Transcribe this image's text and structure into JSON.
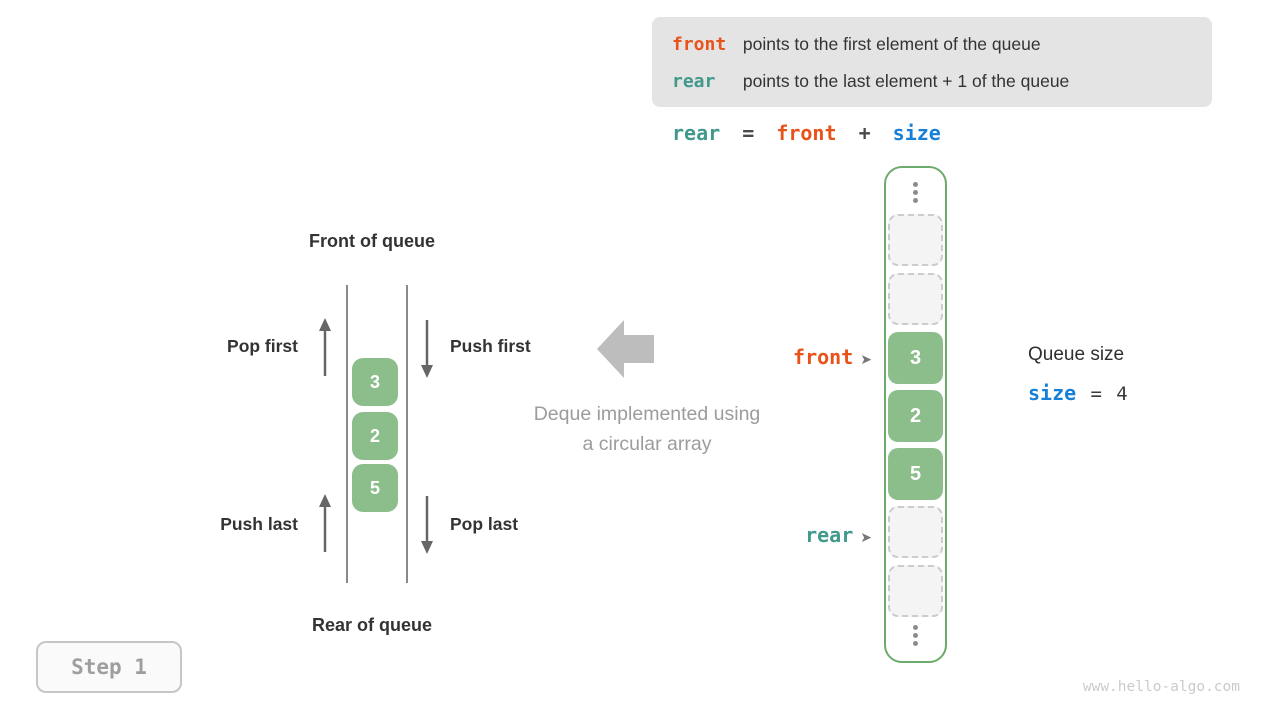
{
  "colors": {
    "orange": "#E8531A",
    "teal": "#40998B",
    "blue": "#1680D8",
    "green_cell": "#8CBE8C",
    "green_border": "#6CAB6C",
    "definition_box_bg": "#E4E4E4",
    "caption_gray": "#9C9C9C",
    "big_arrow_gray": "#BDBDBD"
  },
  "definition_box": {
    "lines": [
      {
        "keyword": "front",
        "text": "points to the first element of the queue"
      },
      {
        "keyword": "rear",
        "text": "points to the last element + 1 of the queue"
      }
    ]
  },
  "formula": {
    "lhs": "rear",
    "eq": "=",
    "mid": "front",
    "plus": "+",
    "rhs": "size"
  },
  "left_diagram": {
    "front_label": "Front of queue",
    "rear_label": "Rear of queue",
    "pop_first": "Pop first",
    "push_first": "Push first",
    "push_last": "Push last",
    "pop_last": "Pop last",
    "stack": [
      "3",
      "2",
      "5"
    ]
  },
  "center": {
    "caption_line1": "Deque implemented using",
    "caption_line2": "a circular array"
  },
  "array_panel": {
    "front_pointer": "front",
    "rear_pointer": "rear",
    "pointer_arrow": "➤",
    "values": [
      "3",
      "2",
      "5"
    ]
  },
  "queue_size": {
    "title": "Queue size",
    "var": "size",
    "eq": "=",
    "value": "4"
  },
  "step_badge": {
    "label": "Step 1"
  },
  "watermark": "www.hello-algo.com"
}
